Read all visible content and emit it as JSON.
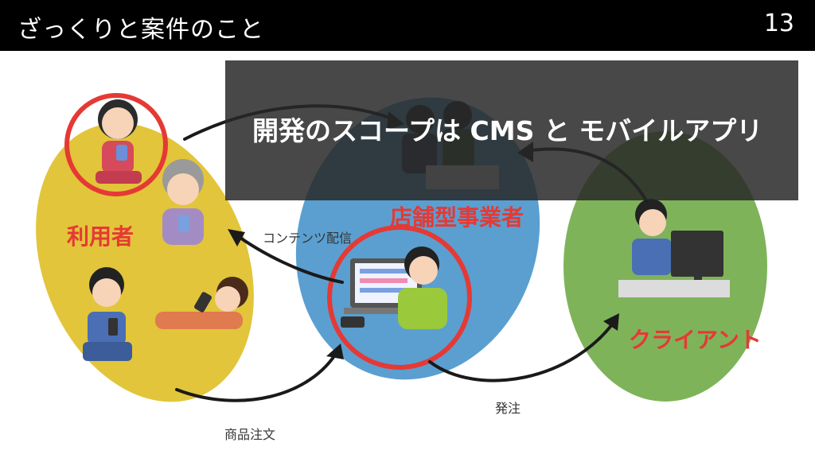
{
  "header": {
    "title": "ざっくりと案件のこと",
    "page_number": "13"
  },
  "groups": {
    "users": {
      "label": "利用者"
    },
    "store": {
      "label": "店舗型事業者"
    },
    "client": {
      "label": "クライアント"
    }
  },
  "arrows": {
    "content_delivery": "コンテンツ配信",
    "product_order": "商品注文",
    "order": "発注"
  },
  "overlay": {
    "text": "開発のスコープは CMS と モバイルアプリ"
  },
  "colors": {
    "users_group": "#e2c53a",
    "store_group": "#5a9fd0",
    "client_group": "#7fb35a",
    "highlight": "#e53935"
  }
}
